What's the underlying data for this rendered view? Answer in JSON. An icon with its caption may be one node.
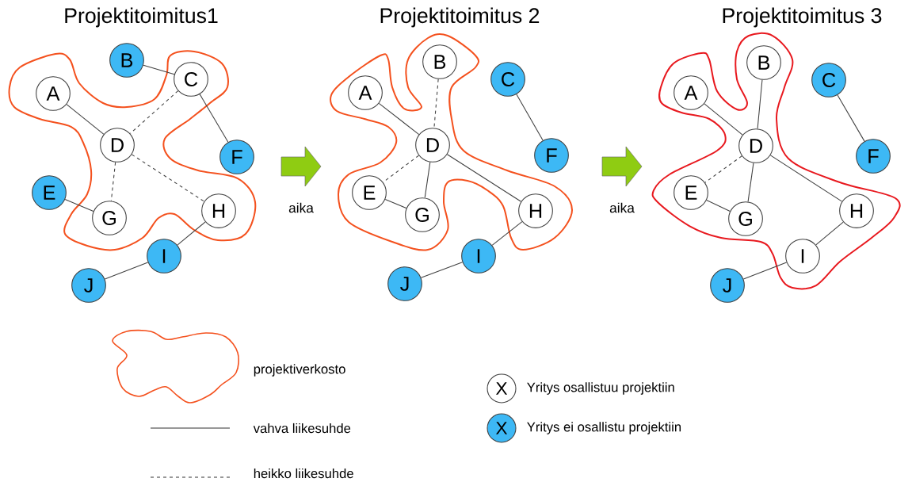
{
  "diagram": {
    "nodes": [
      {
        "text": [],
        "shape": "cloud"
      },
      {
        "text": [
          "A"
        ],
        "in": 0
      },
      {
        "text": [
          "B"
        ]
      },
      {
        "text": [
          "C"
        ],
        "in": 0
      },
      {
        "text": [
          "D"
        ],
        "in": 0
      },
      {
        "text": [
          "E"
        ]
      },
      {
        "text": [
          "F"
        ]
      },
      {
        "text": [
          "G"
        ],
        "in": 0
      },
      {
        "text": [
          "H"
        ],
        "in": 0
      },
      {
        "text": [
          "I"
        ]
      },
      {
        "text": [
          "J"
        ]
      },
      {
        "text": [],
        "shape": "cloud"
      },
      {
        "text": [
          "A"
        ],
        "in": 11
      },
      {
        "text": [
          "B"
        ],
        "in": 11
      },
      {
        "text": [
          "C"
        ]
      },
      {
        "text": [
          "D"
        ],
        "in": 11
      },
      {
        "text": [
          "E"
        ],
        "in": 11
      },
      {
        "text": [
          "F"
        ]
      },
      {
        "text": [
          "G"
        ],
        "in": 11
      },
      {
        "text": [
          "H"
        ],
        "in": 11
      },
      {
        "text": [
          "I"
        ]
      },
      {
        "text": [
          "J"
        ]
      },
      {
        "text": [],
        "shape": "cloud"
      },
      {
        "text": [
          "A"
        ],
        "in": 22
      },
      {
        "text": [
          "B"
        ],
        "in": 22
      },
      {
        "text": [
          "C"
        ]
      },
      {
        "text": [
          "D"
        ],
        "in": 22
      },
      {
        "text": [
          "E"
        ],
        "in": 22
      },
      {
        "text": [
          "F"
        ]
      },
      {
        "text": [
          "G"
        ],
        "in": 22
      },
      {
        "text": [
          "H"
        ],
        "in": 22
      },
      {
        "text": [
          "I"
        ],
        "in": 22
      },
      {
        "text": [
          "J"
        ]
      }
    ],
    "edges": [
      {
        "from": 1,
        "to": 4,
        "arrow": "none"
      },
      {
        "from": 2,
        "to": 3,
        "arrow": "none"
      },
      {
        "from": 3,
        "to": 4,
        "arrow": "none",
        "style": "dashed"
      },
      {
        "from": 3,
        "to": 6,
        "arrow": "none"
      },
      {
        "from": 4,
        "to": 7,
        "arrow": "none",
        "style": "dashed"
      },
      {
        "from": 4,
        "to": 8,
        "arrow": "none",
        "style": "dashed"
      },
      {
        "from": 5,
        "to": 7,
        "arrow": "none"
      },
      {
        "from": 8,
        "to": 9,
        "arrow": "none"
      },
      {
        "from": 9,
        "to": 10,
        "arrow": "none"
      },
      {
        "from": 12,
        "to": 15,
        "arrow": "none"
      },
      {
        "from": 13,
        "to": 15,
        "arrow": "none",
        "style": "dashed"
      },
      {
        "from": 14,
        "to": 17,
        "arrow": "none"
      },
      {
        "from": 15,
        "to": 16,
        "arrow": "none",
        "style": "dashed"
      },
      {
        "from": 15,
        "to": 18,
        "arrow": "none"
      },
      {
        "from": 15,
        "to": 19,
        "arrow": "none"
      },
      {
        "from": 16,
        "to": 18,
        "arrow": "none"
      },
      {
        "from": 19,
        "to": 20,
        "arrow": "none"
      },
      {
        "from": 20,
        "to": 21,
        "arrow": "none"
      },
      {
        "from": 23,
        "to": 26,
        "arrow": "none"
      },
      {
        "from": 24,
        "to": 26,
        "arrow": "none"
      },
      {
        "from": 25,
        "to": 28,
        "arrow": "none"
      },
      {
        "from": 26,
        "to": 27,
        "arrow": "none",
        "style": "dashed"
      },
      {
        "from": 26,
        "to": 29,
        "arrow": "none"
      },
      {
        "from": 26,
        "to": 30,
        "arrow": "none"
      },
      {
        "from": 27,
        "to": 29,
        "arrow": "none"
      },
      {
        "from": 30,
        "to": 31,
        "arrow": "none"
      },
      {
        "from": 31,
        "to": 32,
        "arrow": "none"
      }
    ],
    "labels": [
      "Projektitoimitus1",
      "Projektitoimitus 2",
      "Projektitoimitus 3",
      "aika",
      "aika",
      "X",
      "X"
    ],
    "legend": [
      {
        "text": "projektiverkosto"
      },
      {
        "text": "vahva liikesuhde"
      },
      {
        "text": "heikko liikesuhde"
      },
      {
        "text": "Yritys osallistuu projektiin"
      },
      {
        "text": "Yritys ei osallistu projektiin",
        "color": "#3db8f5"
      }
    ]
  }
}
